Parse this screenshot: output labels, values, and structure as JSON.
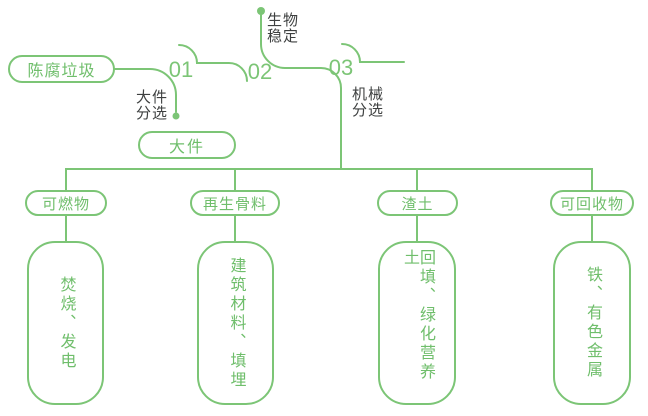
{
  "colors": {
    "green": "#7CC576",
    "green_text": "#6FBE6B",
    "dark_text": "#3E4040"
  },
  "source": {
    "label": "陈腐垃圾"
  },
  "steps": [
    {
      "number": "01",
      "process": "大件\n分选"
    },
    {
      "number": "02",
      "process": "生物\n稳定"
    },
    {
      "number": "03",
      "process": "机械\n分选"
    }
  ],
  "branch": {
    "label": "大件"
  },
  "outputs": [
    {
      "category": "可燃物",
      "products": "焚烧、发电"
    },
    {
      "category": "再生骨料",
      "products": "建筑材料、填埋"
    },
    {
      "category": "渣土",
      "products": "回填、绿化营养土"
    },
    {
      "category": "可回收物",
      "products": "铁、有色金属"
    }
  ]
}
